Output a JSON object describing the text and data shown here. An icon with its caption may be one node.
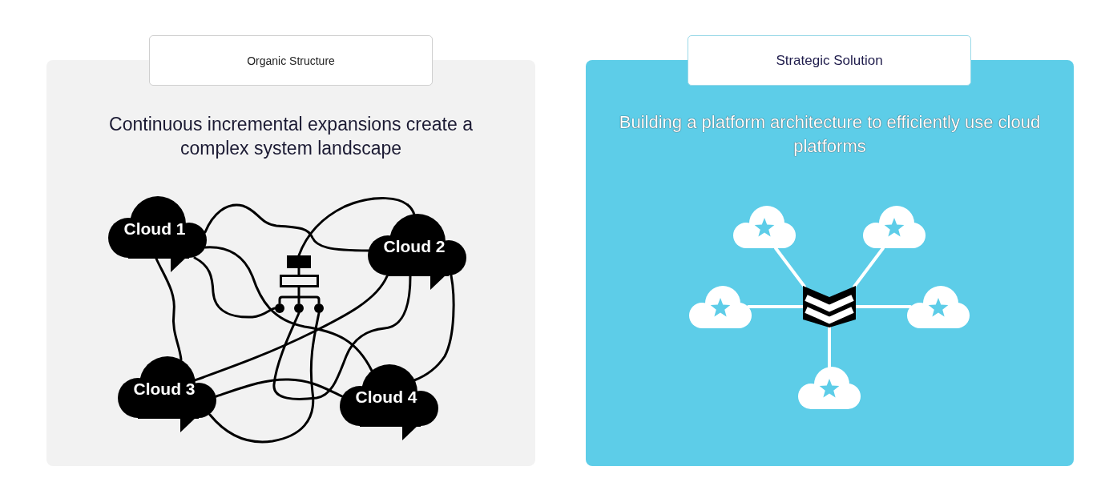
{
  "diagram": {
    "nodes": [
      {
        "text": [
          "Organic Structure",
          "Continuous incremental expansions create a complex system landscape"
        ]
      },
      {
        "text": [
          "Cloud 1"
        ],
        "in": 0
      },
      {
        "text": [
          "Cloud 2"
        ],
        "in": 0
      },
      {
        "text": [],
        "shape": "picture",
        "in": 0
      },
      {
        "text": [
          "Cloud 3"
        ],
        "in": 0
      },
      {
        "text": [
          "Cloud 4"
        ],
        "in": 0
      },
      {
        "text": [
          "Strategic Solution",
          "Building a platform architecture to efficiently use cloud platforms"
        ]
      },
      {
        "text": [],
        "shape": "cloud",
        "in": 6
      },
      {
        "text": [],
        "shape": "cloud",
        "in": 6
      },
      {
        "text": [],
        "shape": "cloud",
        "in": 6
      },
      {
        "text": [],
        "shape": "picture",
        "in": 6
      },
      {
        "text": [],
        "shape": "cloud",
        "in": 6
      },
      {
        "text": [],
        "shape": "cloud",
        "in": 6
      }
    ],
    "edges": [
      {
        "from": 1,
        "to": 2,
        "arrow": "none"
      },
      {
        "from": 3,
        "to": 2,
        "arrow": "none"
      },
      {
        "from": 1,
        "to": 5,
        "arrow": "none"
      },
      {
        "from": 1,
        "to": 3,
        "arrow": "none"
      },
      {
        "from": 1,
        "to": 4,
        "arrow": "none"
      },
      {
        "from": 4,
        "to": 2,
        "arrow": "none"
      },
      {
        "from": 4,
        "to": 5,
        "arrow": "none"
      },
      {
        "from": 3,
        "to": 4,
        "arrow": "none"
      },
      {
        "from": 3,
        "to": 2,
        "arrow": "none"
      },
      {
        "from": 2,
        "to": 5,
        "arrow": "none"
      },
      {
        "from": 10,
        "to": 7,
        "arrow": "none",
        "color": "#ffffff"
      },
      {
        "from": 10,
        "to": 8,
        "arrow": "none",
        "color": "#ffffff"
      },
      {
        "from": 10,
        "to": 9,
        "arrow": "none",
        "color": "#ffffff"
      },
      {
        "from": 10,
        "to": 11,
        "arrow": "none",
        "color": "#ffffff"
      },
      {
        "from": 10,
        "to": 12,
        "arrow": "none",
        "color": "#ffffff"
      }
    ]
  }
}
